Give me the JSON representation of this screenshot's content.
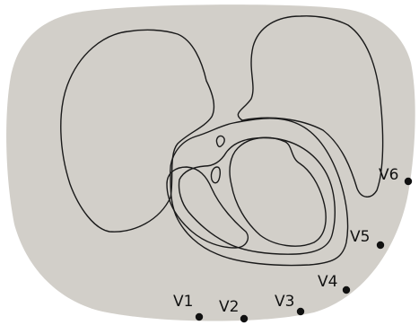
{
  "colors": {
    "background": "#ffffff",
    "torso_fill": "#d2cfc9",
    "outline": "#1a1a1a",
    "electrode": "#111111"
  },
  "electrodes": [
    {
      "label": "V1"
    },
    {
      "label": "V2"
    },
    {
      "label": "V3"
    },
    {
      "label": "V4"
    },
    {
      "label": "V5"
    },
    {
      "label": "V6"
    }
  ]
}
